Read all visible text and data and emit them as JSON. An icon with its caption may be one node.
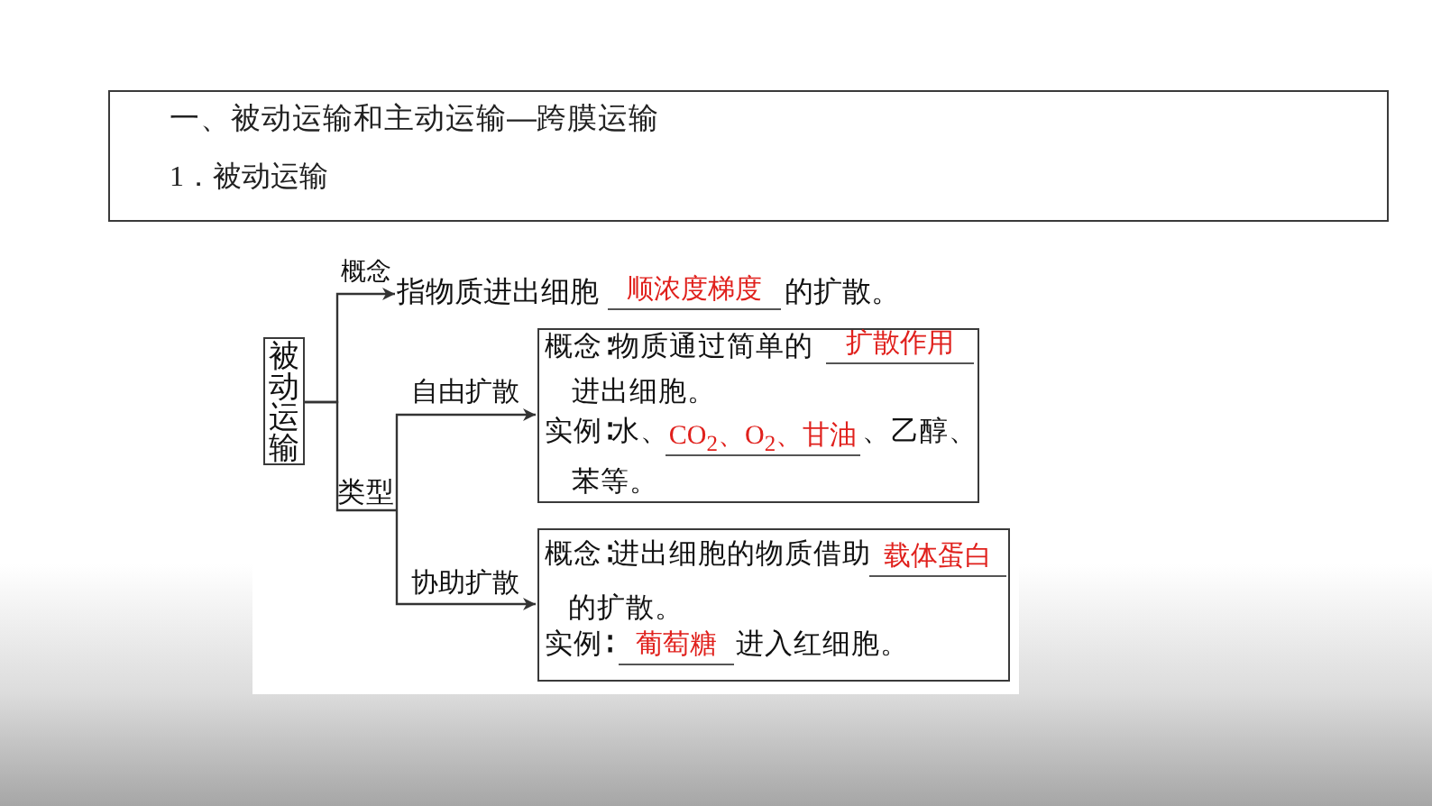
{
  "diagram": {
    "nodes": [
      {
        "text": [
          "一、被动运输和主动运输—跨膜运输",
          "1．被动运输"
        ]
      },
      {
        "text": [
          "被动运输"
        ]
      },
      {
        "text": [
          "指物质进出细胞",
          "顺浓度梯度",
          "的扩散。"
        ]
      },
      {
        "text": [
          "类型"
        ]
      },
      {
        "text": [
          "概念∶物质通过简单的",
          "扩散作用",
          "进出细胞。",
          "实例∶水、",
          "CO$_{2}$、O$_{2}$、甘油",
          "、乙醇、",
          "苯等。"
        ]
      },
      {
        "text": [
          "概念∶进出细胞的物质借助",
          "载体蛋白",
          "的扩散。",
          "实例∶",
          "葡萄糖",
          "进入红细胞。"
        ]
      }
    ],
    "edges": [
      {
        "from": 1,
        "to": 2,
        "arrow": "to",
        "label": "概念"
      },
      {
        "from": 1,
        "to": 3,
        "arrow": "none"
      },
      {
        "from": 3,
        "to": 4,
        "arrow": "to",
        "label": "自由扩散"
      },
      {
        "from": 3,
        "to": 5,
        "arrow": "to",
        "label": "协助扩散"
      }
    ]
  }
}
